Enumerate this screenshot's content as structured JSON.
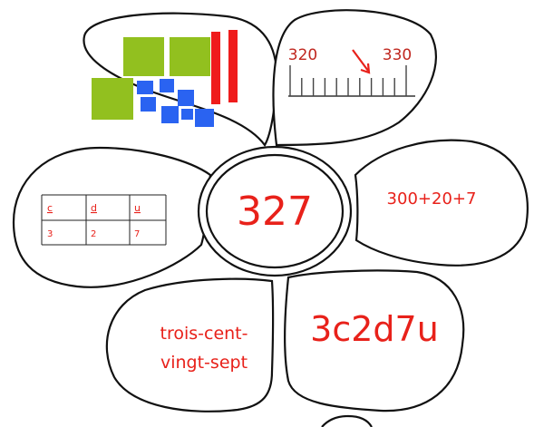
{
  "center": {
    "number": "327"
  },
  "petals": {
    "blocks": {
      "colors": {
        "hundred": "#92c01f",
        "ten": "#ef1c1c",
        "unit": "#2a63f1"
      }
    },
    "number_line": {
      "label_left": "320",
      "label_right": "330"
    },
    "decomposition": {
      "text": "300+20+7"
    },
    "units_notation": {
      "text": "3c2d7u"
    },
    "words": {
      "line1": "trois-cent-",
      "line2": "vingt-sept"
    },
    "place_table": {
      "headers": [
        "c",
        "d",
        "u"
      ],
      "digits": [
        "3",
        "2",
        "7"
      ]
    }
  }
}
